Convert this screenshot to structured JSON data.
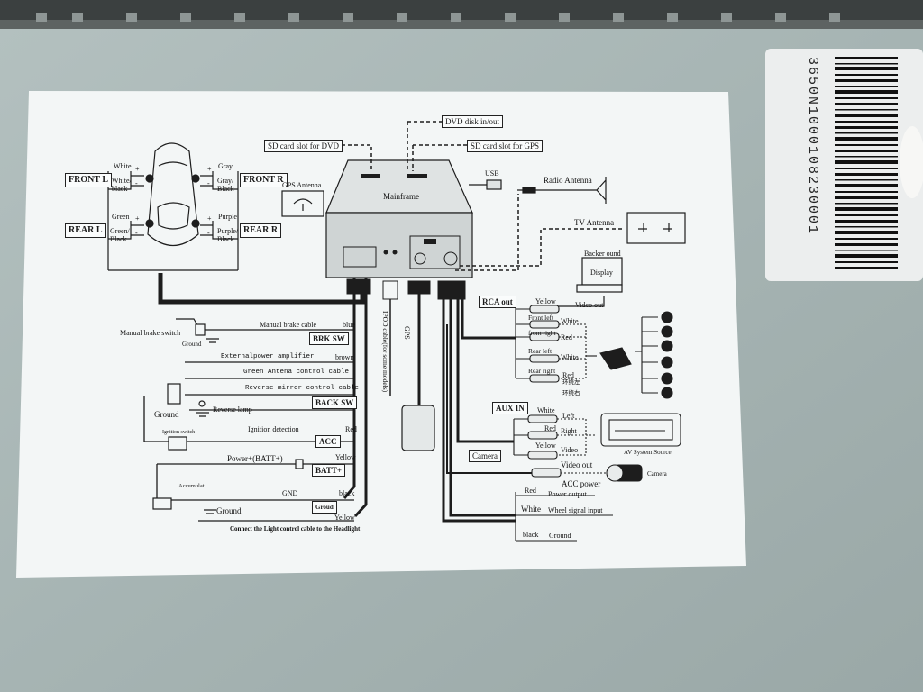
{
  "sticker": {
    "barcode_number": "3650N1000108230001"
  },
  "diagram": {
    "speakers": {
      "front_l": "FRONT L",
      "front_r": "FRONT R",
      "rear_l": "REAR L",
      "rear_r": "REAR R",
      "white": "White",
      "white_black": "White/ black",
      "green": "Green",
      "green_black": "Green/ Black",
      "gray": "Gray",
      "gray_black": "Gray/ Black",
      "purple": "Purple",
      "purple_black": "Purple/ Black",
      "plus": "+",
      "minus": "-"
    },
    "mainframe": "Mainframe",
    "sd_dvd": "SD card slot for DVD",
    "sd_gps": "SD card slot for GPS",
    "dvd_disk": "DVD disk in/out",
    "usb": "USB",
    "radio_antenna": "Radio Antenna",
    "tv_antenna": "TV Antenna",
    "gps_antenna": "GPS Antenna",
    "backer_sound": "Backer ound",
    "display": "Display",
    "video_out_top": "Video out",
    "ipod_cable": "IPOD cable(for some models)",
    "gps": "GPS",
    "left_wires": {
      "manual_brake_switch": "Manual brake switch",
      "ground_small": "Ground",
      "manual_brake_cable": "Manual brake cable",
      "blue": "blue",
      "brk_sw": "BRK SW",
      "ext_amp": "Externalpower amplifier",
      "brown": "brown",
      "green_antenna": "Green    Antena control cable",
      "reverse_mirror": "Reverse mirror control cable",
      "back_sw": "BACK SW",
      "ground": "Ground",
      "reverse_lamp": "Reverse lamp",
      "ignition_switch": "Ignition switch",
      "ignition_detection": "Ignition detection",
      "red": "Red",
      "acc": "ACC",
      "power_batt": "Power+(BATT+)",
      "yellow": "Yellow",
      "batt": "BATT+",
      "accumulat": "Accumulat",
      "gnd": "GND",
      "black": "black",
      "ground_bottom": "Ground",
      "groud": "Groud",
      "yellow_bottom": "Yellow",
      "light_control": "Connect the Light control cable to the Headlight"
    },
    "rca": {
      "rca_out": "RCA out",
      "yellow": "Yellow",
      "front_left": "Front left",
      "white1": "White",
      "front_right": "front right",
      "red1": "Red",
      "rear_left": "Rear left",
      "white2": "White",
      "rear_right": "Rear right",
      "red2": "Red",
      "cn1": "环绕左",
      "cn2": "环绕右"
    },
    "aux": {
      "aux_in": "AUX IN",
      "white": "White",
      "left": "Left",
      "red": "Red",
      "right": "Right",
      "yellow": "Yellow",
      "video": "Video",
      "av_source": "AV System Source"
    },
    "camera": {
      "camera_box": "Camera",
      "video_out": "Video out",
      "acc_power": "ACC power",
      "camera": "Camera"
    },
    "bottom_right": {
      "red": "Red",
      "power_output": "Power output",
      "white": "White",
      "wheel_signal": "Wheel signal input",
      "black": "black",
      "ground": "Ground"
    }
  }
}
